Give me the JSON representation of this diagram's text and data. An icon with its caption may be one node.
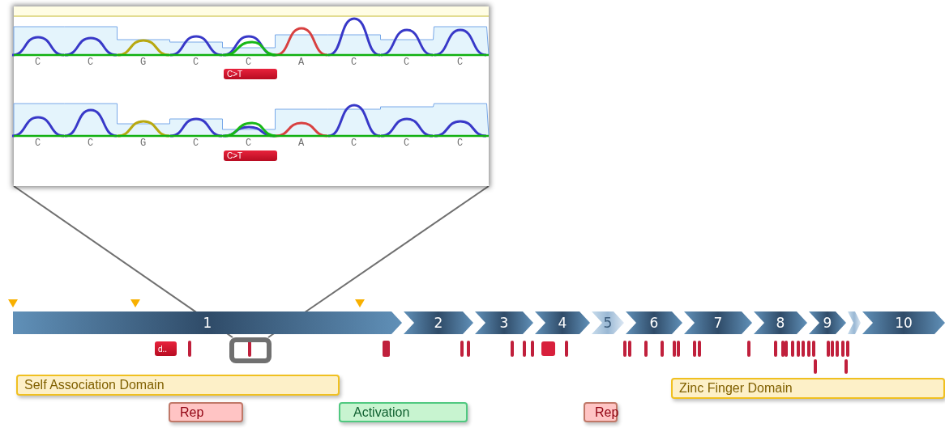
{
  "diagram": {
    "nodes": [
      {
        "text": [],
        "shape": "picture"
      },
      {
        "text": [
          "C>T"
        ],
        "in": 0
      },
      {
        "text": [
          "C>T"
        ],
        "in": 0
      },
      {
        "text": [
          "1"
        ]
      },
      {
        "text": [
          "2"
        ]
      },
      {
        "text": [
          "3"
        ]
      },
      {
        "text": [
          "4"
        ]
      },
      {
        "text": [
          "5"
        ]
      },
      {
        "text": [
          "6"
        ]
      },
      {
        "text": [
          "7"
        ]
      },
      {
        "text": [
          "8"
        ]
      },
      {
        "text": [
          "9"
        ]
      },
      {
        "text": [],
        "shape": "chevron"
      },
      {
        "text": [
          "10"
        ]
      },
      {
        "text": [],
        "shape": "box"
      },
      {
        "text": [
          "d.."
        ]
      },
      {
        "text": [
          "Self Association Domain"
        ]
      },
      {
        "text": [
          "Rep"
        ]
      },
      {
        "text": [
          "Activation"
        ]
      },
      {
        "text": [
          "Rep"
        ]
      },
      {
        "text": [
          "Zinc Finger Domain"
        ]
      }
    ],
    "edges": [
      {
        "from": 14,
        "to": 0,
        "arrow": "none"
      },
      {
        "from": 14,
        "to": 0,
        "arrow": "none"
      }
    ],
    "labels": [
      "C",
      "C",
      "G",
      "C",
      "C",
      "A",
      "C",
      "C",
      "C",
      "C",
      "C",
      "G",
      "C",
      "C",
      "A",
      "C",
      "C",
      "C"
    ]
  }
}
